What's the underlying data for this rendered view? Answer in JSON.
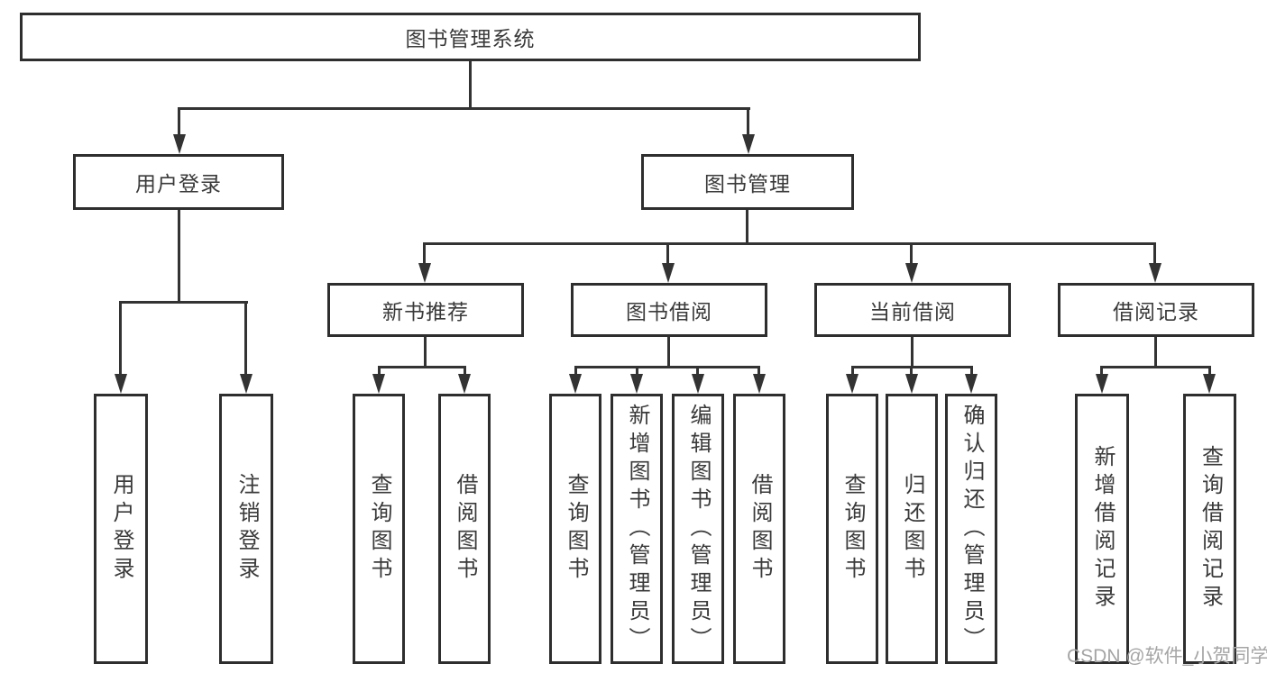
{
  "colors": {
    "line": "#333333",
    "border": "#2e2e2e",
    "text": "#3a3a3a",
    "background": "#ffffff",
    "watermark_text": "#a5a5a5"
  },
  "tree": {
    "root": {
      "label": "图书管理系统"
    },
    "branches": [
      {
        "label": "用户登录",
        "children": [
          {
            "label": "用户登录"
          },
          {
            "label": "注销登录"
          }
        ]
      },
      {
        "label": "图书管理",
        "children": [
          {
            "label": "新书推荐",
            "children": [
              {
                "label": "查询图书"
              },
              {
                "label": "借阅图书"
              }
            ]
          },
          {
            "label": "图书借阅",
            "children": [
              {
                "label": "查询图书"
              },
              {
                "label": "新增图书（管理员）"
              },
              {
                "label": "编辑图书（管理员）"
              },
              {
                "label": "借阅图书"
              }
            ]
          },
          {
            "label": "当前借阅",
            "children": [
              {
                "label": "查询图书"
              },
              {
                "label": "归还图书"
              },
              {
                "label": "确认归还（管理员）"
              }
            ]
          },
          {
            "label": "借阅记录",
            "children": [
              {
                "label": "新增借阅记录"
              },
              {
                "label": "查询借阅记录"
              }
            ]
          }
        ]
      }
    ]
  },
  "watermark": {
    "text": "CSDN @软件_小贺同学"
  }
}
